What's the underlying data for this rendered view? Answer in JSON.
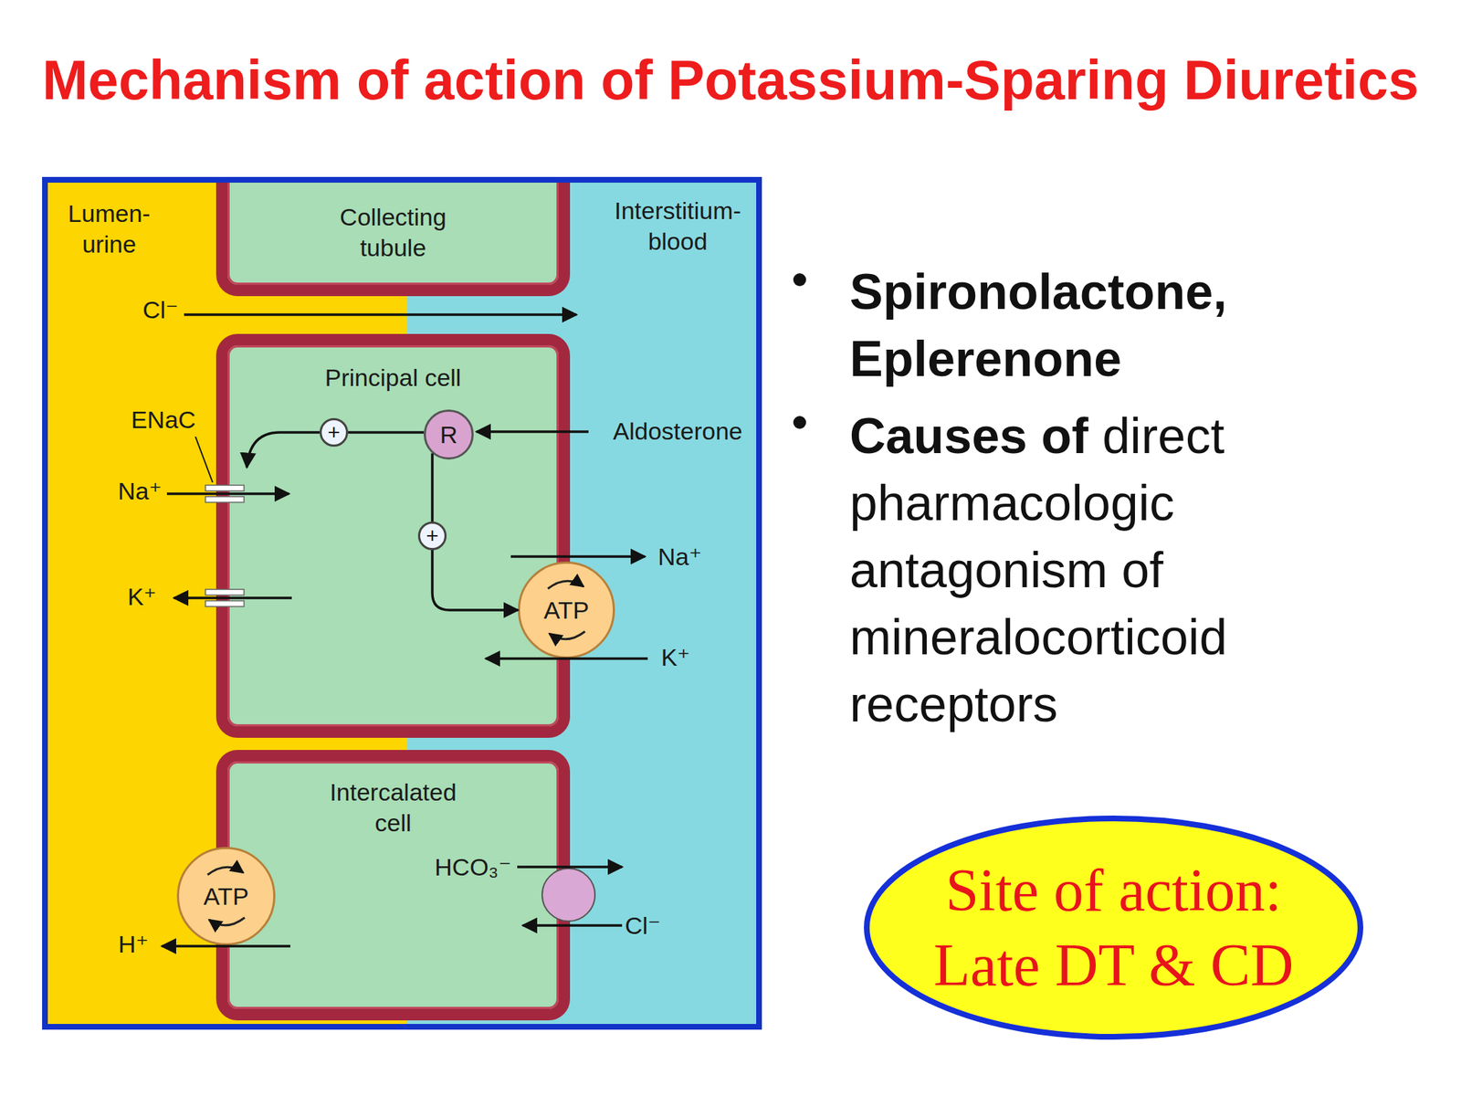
{
  "diagram": {
    "title": "Mechanism of action of Potassium-Sparing Diuretics",
    "nodes": [
      {
        "text": [
          "Lumen- urine"
        ]
      },
      {
        "text": [
          "Interstitium- blood"
        ]
      },
      {
        "text": [
          "Collecting tubule"
        ]
      },
      {
        "text": [
          "Principal cell"
        ]
      },
      {
        "text": [
          "+"
        ],
        "in": 3
      },
      {
        "text": [
          "R"
        ],
        "in": 3
      },
      {
        "text": [
          "+"
        ],
        "in": 3
      },
      {
        "text": [
          "ATP"
        ],
        "in": 3
      },
      {
        "text": [
          "Intercalated cell"
        ]
      },
      {
        "text": [
          "ATP"
        ],
        "in": 8
      },
      {
        "text": [
          "Site of action: Late DT & CD"
        ]
      }
    ],
    "edges": [
      {
        "from": 5,
        "to": 4,
        "arrow": "none"
      },
      {
        "from": 5,
        "to": 6,
        "arrow": "none"
      },
      {
        "from": 6,
        "to": 7,
        "arrow": "to"
      }
    ],
    "labels": [
      "Cl⁻",
      "ENaC",
      "Na⁺",
      "K⁺",
      "Aldosterone",
      "Na⁺",
      "K⁺",
      "HCO₃⁻",
      "Cl⁻",
      "H⁺",
      "Spironolactone, Eplerenone",
      "Causes of",
      "direct pharmacologic antagonism of mineralocorticoid receptors"
    ]
  }
}
